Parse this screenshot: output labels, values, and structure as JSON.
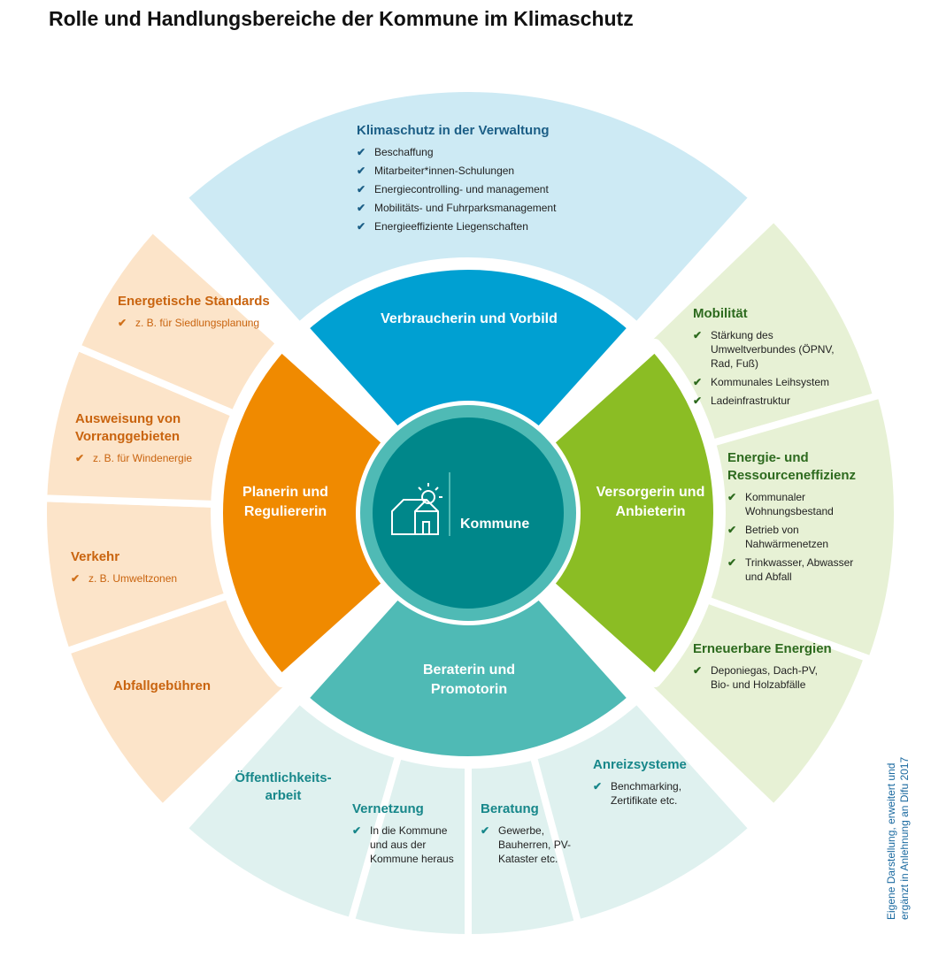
{
  "title": "Rolle und Handlungsbereiche der Kommune im Klimaschutz",
  "center": {
    "label": "Kommune",
    "icon": "house-sun-icon"
  },
  "colors": {
    "blue": "#00a0d2",
    "blue_light": "#cdeaf4",
    "orange": "#f08a00",
    "orange_light": "#fce4c9",
    "green": "#8bbd24",
    "green_light": "#e7f1d5",
    "teal": "#4fbab5",
    "teal_light": "#dff1ef",
    "center": "#00878a"
  },
  "roles": {
    "top": "Verbraucherin und Vorbild",
    "left": "Planerin und Reguliererin",
    "right": "Versorgerin und Anbieterin",
    "bottom": "Beraterin und Promotorin"
  },
  "top": {
    "heading": "Klimaschutz in der Verwaltung",
    "items": [
      "Beschaffung",
      "Mitarbeiter*innen-Schulungen",
      "Energiecontrolling- und management",
      "Mobilitäts- und Fuhrparksmanagement",
      "Energieeffiziente Liegenschaften"
    ]
  },
  "left": [
    {
      "heading": "Energetische Standards",
      "items": [
        "z. B. für Siedlungsplanung"
      ]
    },
    {
      "heading": "Ausweisung von Vorranggebieten",
      "items": [
        "z. B. für Windenergie"
      ]
    },
    {
      "heading": "Verkehr",
      "items": [
        "z. B. Umweltzonen"
      ]
    },
    {
      "heading": "Abfallgebühren",
      "items": []
    }
  ],
  "right": [
    {
      "heading": "Mobilität",
      "items": [
        "Stärkung des Umweltverbundes (ÖPNV, Rad, Fuß)",
        "Kommunales Leihsystem",
        "Ladeinfrastruktur"
      ]
    },
    {
      "heading": "Energie- und Ressourceneffizienz",
      "items": [
        "Kommunaler Wohnungsbestand",
        "Betrieb von Nahwärmenetzen",
        "Trinkwasser, Abwasser und Abfall"
      ]
    },
    {
      "heading": "Erneuerbare Energien",
      "items": [
        "Deponiegas, Dach-PV, Bio- und Holzabfälle"
      ]
    }
  ],
  "bottom": [
    {
      "heading": "Öffentlichkeits-arbeit",
      "items": []
    },
    {
      "heading": "Vernetzung",
      "items": [
        "In die Kommune und aus der Kommune heraus"
      ]
    },
    {
      "heading": "Beratung",
      "items": [
        "Gewerbe, Bauherren, PV-Kataster etc."
      ]
    },
    {
      "heading": "Anreizsysteme",
      "items": [
        "Benchmarking, Zertifikate etc."
      ]
    }
  ],
  "credit": [
    "Eigene Darstellung, erweitert und",
    "ergänzt in Anlehnung an Difu 2017"
  ],
  "check_icon": "✔"
}
